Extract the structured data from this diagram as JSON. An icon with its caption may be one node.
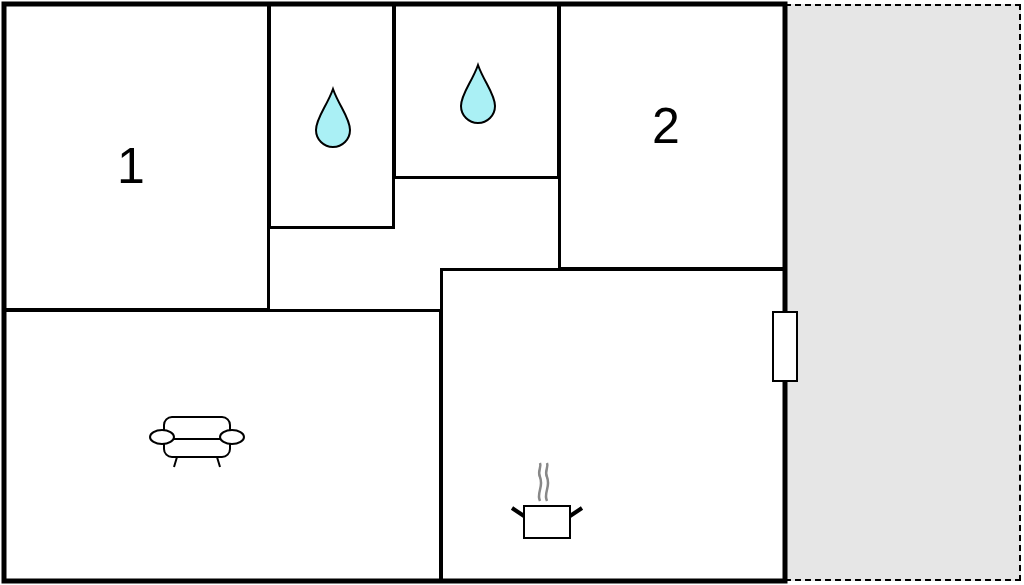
{
  "diagram": {
    "nodes": [
      {
        "text": [
          "1"
        ]
      },
      {
        "text": [],
        "shape": "box"
      },
      {
        "text": [],
        "shape": "box"
      },
      {
        "text": [
          "2"
        ]
      },
      {
        "text": [],
        "shape": "box"
      },
      {
        "text": [],
        "shape": "box"
      },
      {
        "text": [],
        "shape": "box"
      },
      {
        "text": [],
        "shape": "box"
      }
    ]
  }
}
